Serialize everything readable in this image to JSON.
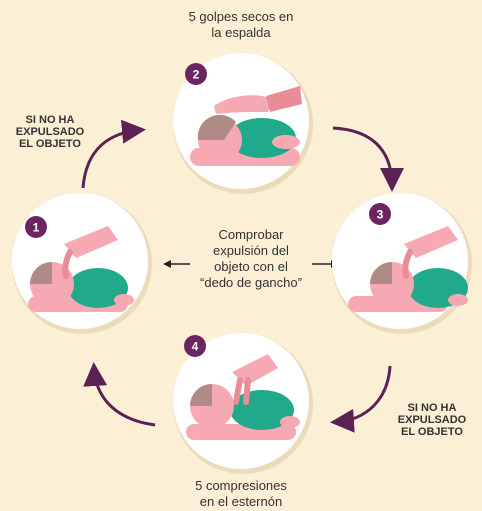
{
  "colors": {
    "background": "#fbefd6",
    "circle_fill": "#ffffff",
    "circle_shadow": "#eadbbb",
    "arrow": "#5b2154",
    "badge": "#6b2560",
    "skin": "#f6a9b2",
    "skin_dark": "#e88d98",
    "hair": "#b08a86",
    "shirt": "#20a98a",
    "text": "#333333"
  },
  "steps": [
    {
      "number": "1"
    },
    {
      "number": "2",
      "caption": [
        "5 golpes secos en",
        "la espalda"
      ]
    },
    {
      "number": "3"
    },
    {
      "number": "4",
      "caption": [
        "5 compresiones",
        "en el esternón"
      ]
    }
  ],
  "condition_left": [
    "SI NO HA",
    "EXPULSADO",
    "EL OBJETO"
  ],
  "condition_right": [
    "SI NO HA",
    "EXPULSADO",
    "EL OBJETO"
  ],
  "center_text": [
    "Comprobar",
    "expulsión del",
    "objeto con el",
    "“dedo de gancho”"
  ]
}
